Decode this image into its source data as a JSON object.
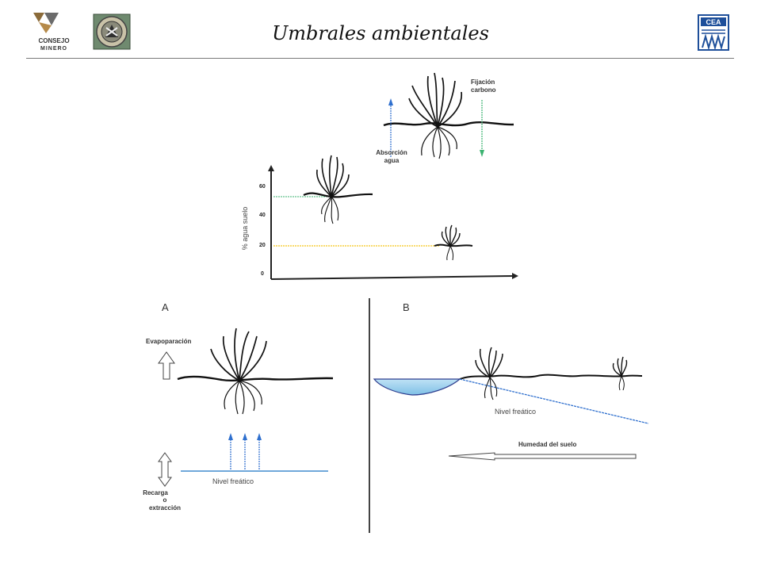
{
  "header": {
    "title": "Umbrales ambientales",
    "left_logo": {
      "line1": "CONSEJO",
      "line2": "MINERO"
    },
    "right_logo": {
      "text": "CEA"
    }
  },
  "top_diagram": {
    "ylabel": "% agua suelo",
    "yticks": [
      "60",
      "40",
      "20",
      "0"
    ],
    "absorcion": [
      "Absorción",
      "agua"
    ],
    "fijacion": [
      "Fijación",
      "carbono"
    ]
  },
  "panel_a": {
    "label": "A",
    "evaporacion": "Evapoparación",
    "nivel_freatico": "Nivel freático",
    "recarga": [
      "Recarga",
      "o",
      "extracción"
    ]
  },
  "panel_b": {
    "label": "B",
    "nivel_freatico": "Nivel freático",
    "humedad": "Humedad del suelo"
  },
  "colors": {
    "blue_line": "#5b9bd5",
    "blue_arrow": "#2e6fce",
    "green": "#3cb371",
    "yellow": "#f5c518",
    "water": "#9fd0ec"
  }
}
